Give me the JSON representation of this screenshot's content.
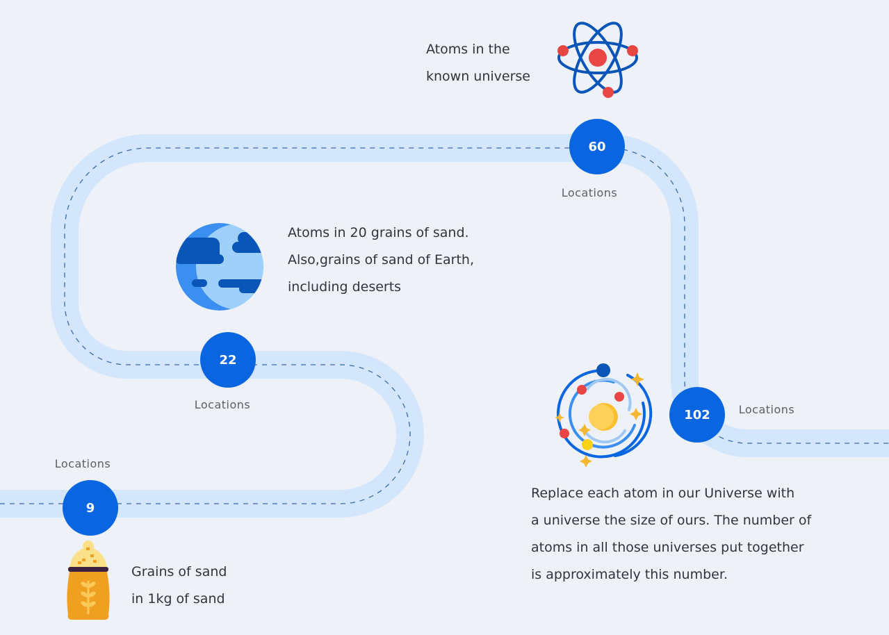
{
  "colors": {
    "background": "#eef2f8",
    "road": "#d3e6fb",
    "road_dash": "#3a6aa8",
    "node": "#0a66e0",
    "text": "#2f3440",
    "label": "#5a5f68"
  },
  "milestones": [
    {
      "value": "9",
      "label": "Locations",
      "icon": "sand-sack-icon",
      "description": [
        "Grains of sand",
        "in 1kg of sand"
      ]
    },
    {
      "value": "22",
      "label": "Locations",
      "icon": "earth-planet-icon",
      "description": [
        "Atoms in 20 grains of sand.",
        "Also,grains of sand of Earth,",
        "including deserts"
      ]
    },
    {
      "value": "60",
      "label": "Locations",
      "icon": "atom-icon",
      "description": [
        "Atoms in the",
        "known universe"
      ]
    },
    {
      "value": "102",
      "label": "Locations",
      "icon": "solar-system-icon",
      "description": [
        "Replace each atom in our Universe with",
        "a universe the size of ours. The number of",
        "atoms in all those universes put together",
        "is approximately this number."
      ]
    }
  ]
}
